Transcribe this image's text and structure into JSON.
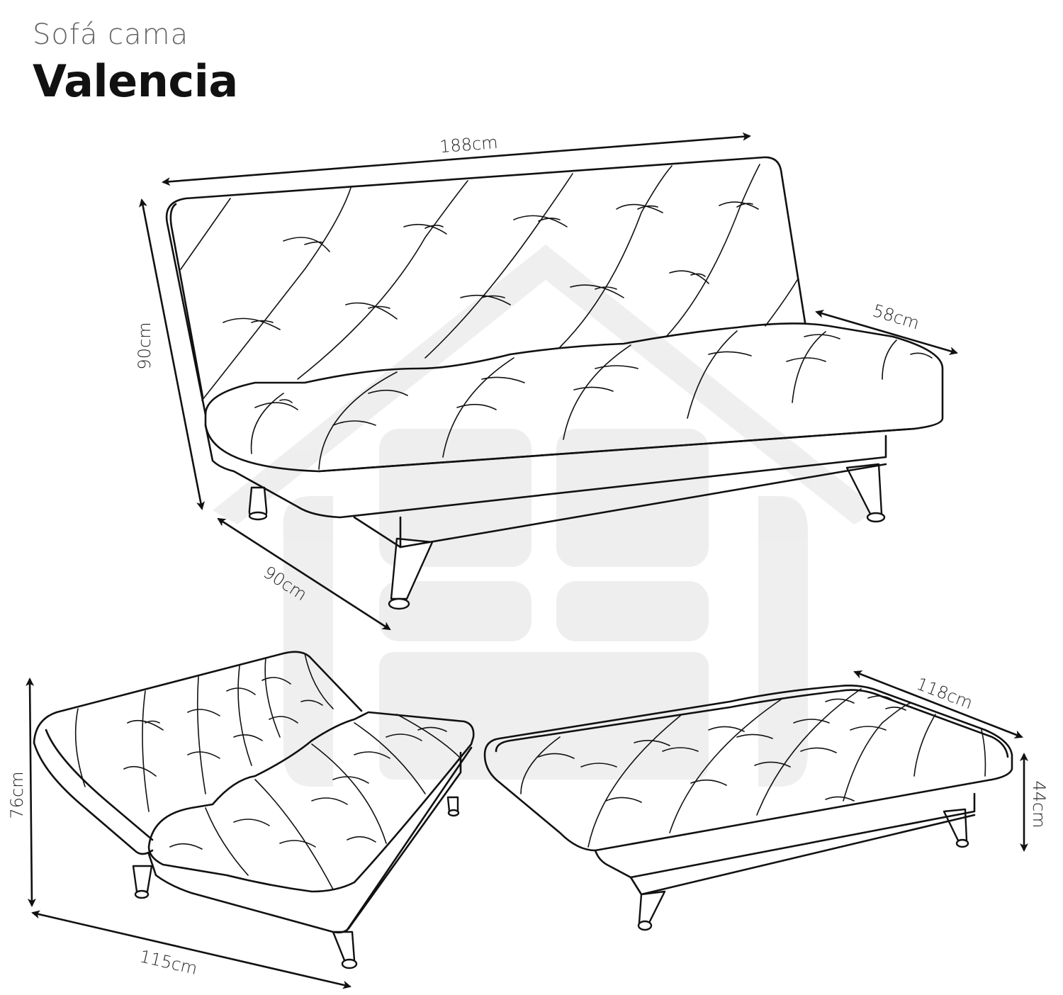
{
  "header": {
    "subtitle": "Sofá cama",
    "title": "Valencia"
  },
  "dimensions": {
    "width": "188cm",
    "height": "90cm",
    "depth": "90cm",
    "seat_depth": "58cm",
    "reclined_height": "76cm",
    "reclined_depth": "115cm",
    "bed_length": "118cm",
    "bed_height": "44cm"
  },
  "colors": {
    "line": "#111111",
    "watermark": "#ededed",
    "background": "#ffffff"
  }
}
